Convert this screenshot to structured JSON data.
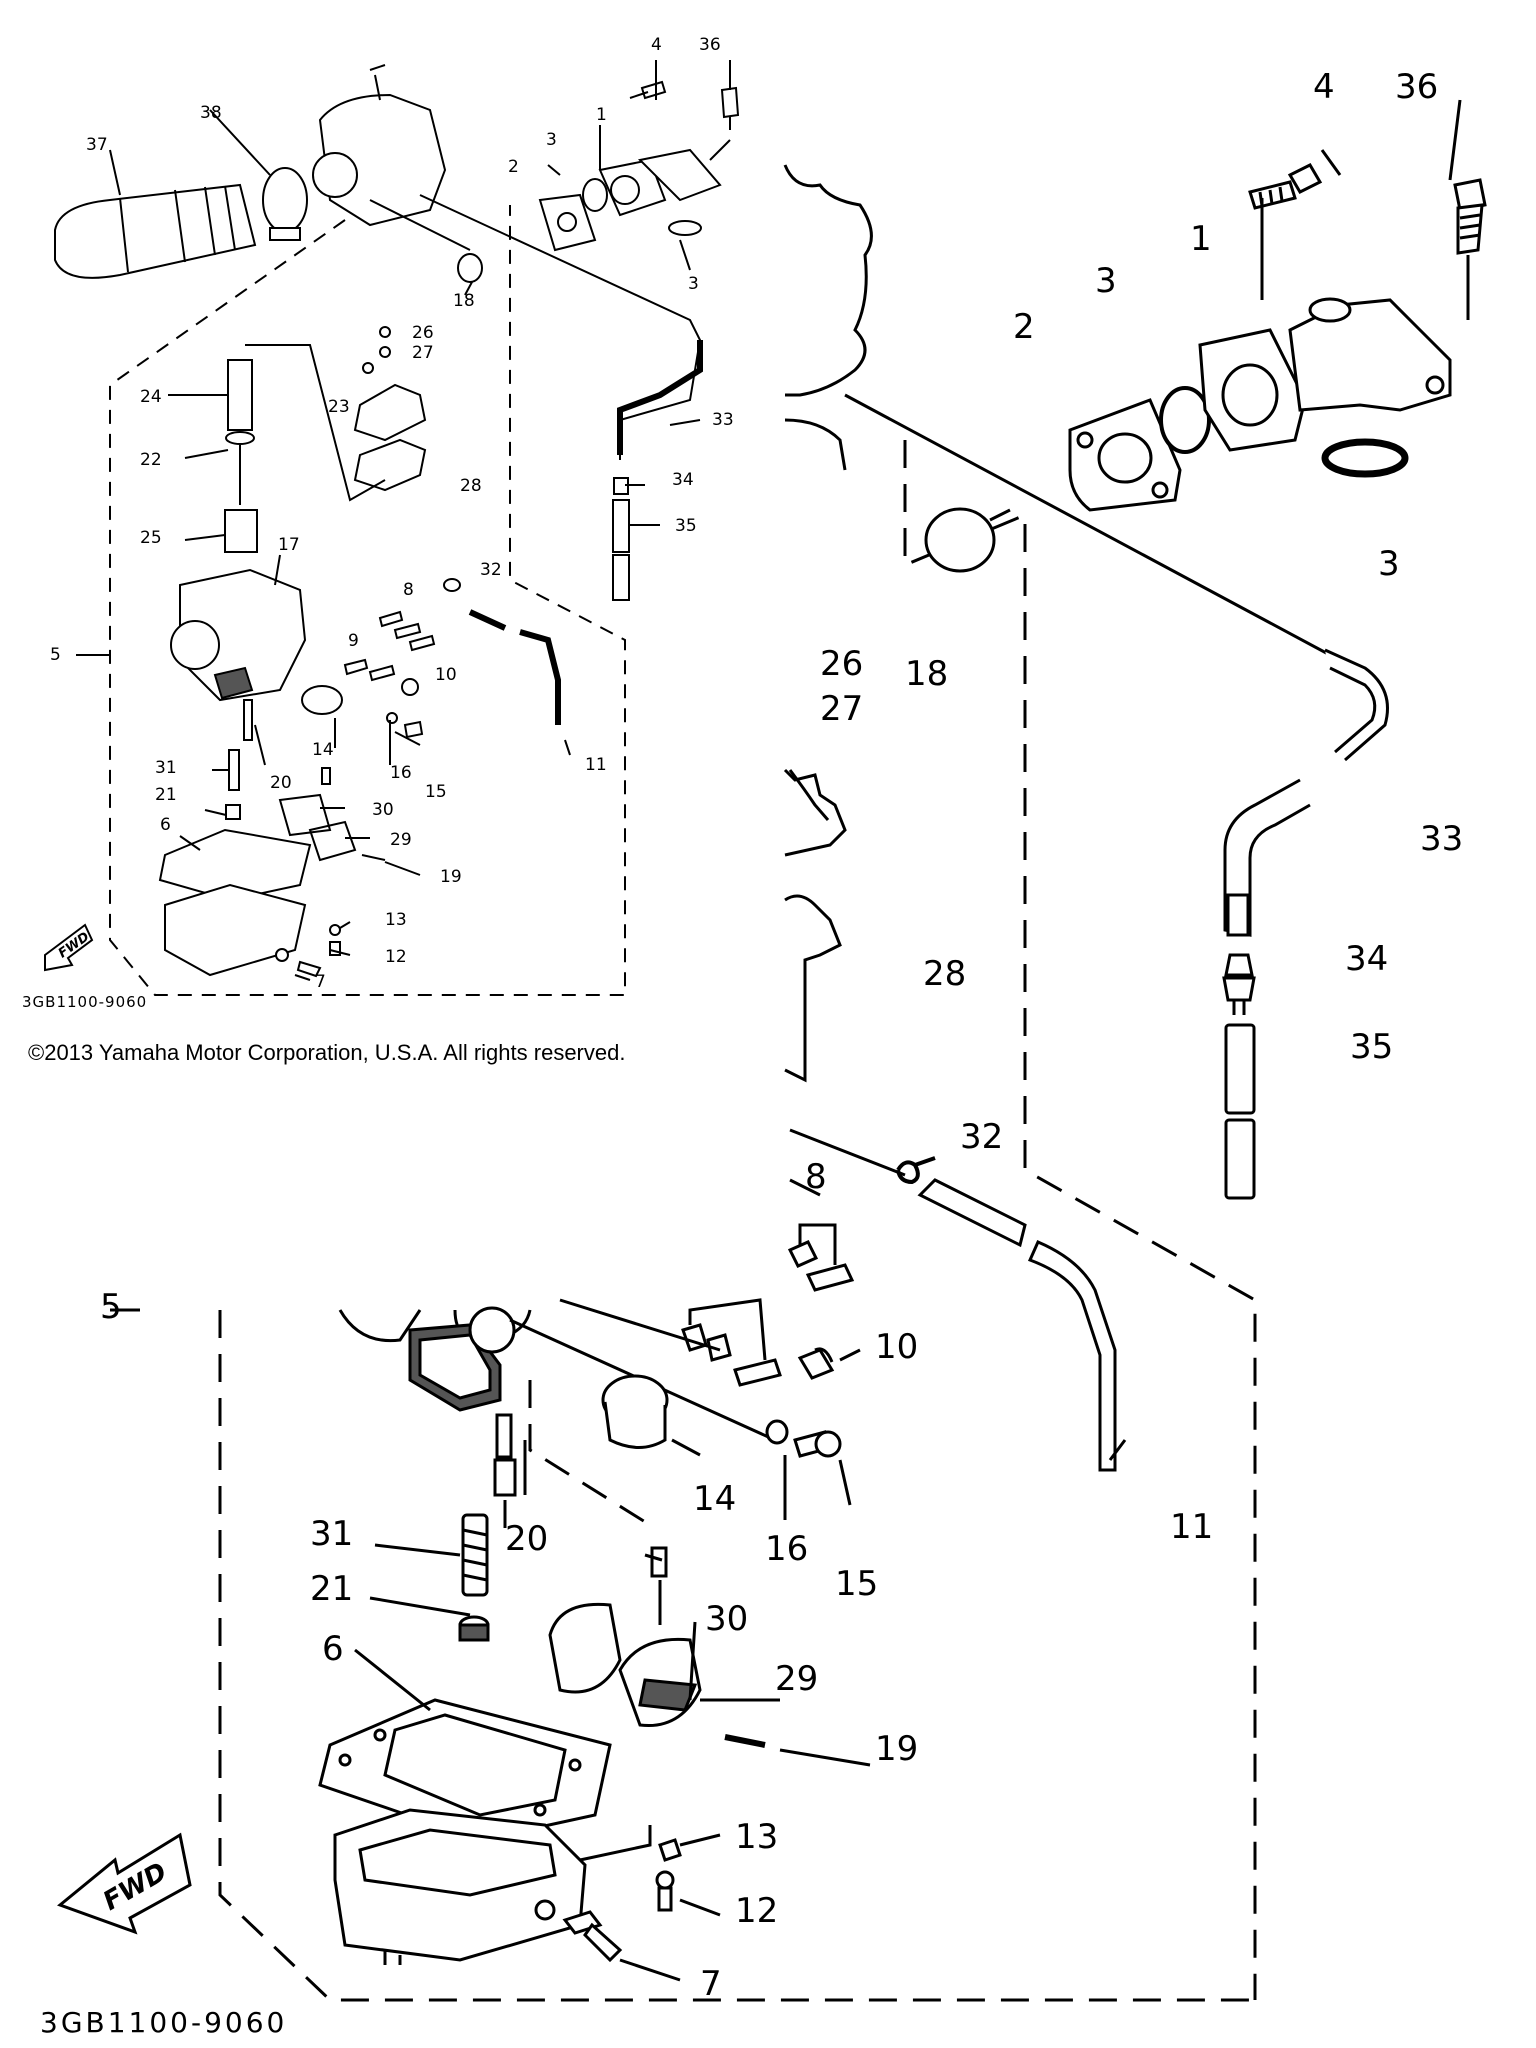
{
  "copyright": "©2013 Yamaha Motor Corporation, U.S.A. All rights reserved.",
  "ref_code": "3GB1100-9060",
  "fwd_label": "FWD",
  "callouts": {
    "c1": "1",
    "c2": "2",
    "c3": "3",
    "c4": "4",
    "c5": "5",
    "c6": "6",
    "c7": "7",
    "c8": "8",
    "c9": "9",
    "c10": "10",
    "c11": "11",
    "c12": "12",
    "c13": "13",
    "c14": "14",
    "c15": "15",
    "c16": "16",
    "c17": "17",
    "c18": "18",
    "c19": "19",
    "c20": "20",
    "c21": "21",
    "c22": "22",
    "c23": "23",
    "c24": "24",
    "c25": "25",
    "c26": "26",
    "c27": "27",
    "c28": "28",
    "c29": "29",
    "c30": "30",
    "c31": "31",
    "c32": "32",
    "c33": "33",
    "c34": "34",
    "c35": "35",
    "c36": "36",
    "c37": "37",
    "c38": "38"
  }
}
